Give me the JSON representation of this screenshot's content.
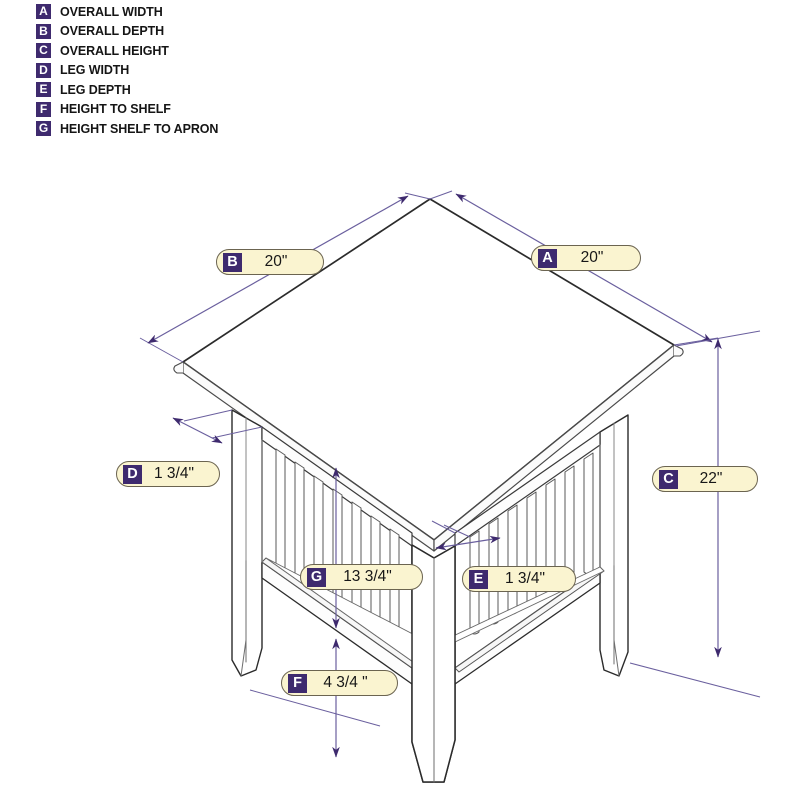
{
  "legend": {
    "items": [
      {
        "key": "A",
        "label": "OVERALL WIDTH"
      },
      {
        "key": "B",
        "label": "OVERALL DEPTH"
      },
      {
        "key": "C",
        "label": "OVERALL HEIGHT"
      },
      {
        "key": "D",
        "label": "LEG WIDTH"
      },
      {
        "key": "E",
        "label": "LEG DEPTH"
      },
      {
        "key": "F",
        "label": "HEIGHT TO SHELF"
      },
      {
        "key": "G",
        "label": "HEIGHT SHELF TO APRON"
      }
    ]
  },
  "callouts": {
    "a": {
      "key": "A",
      "value": "20\""
    },
    "b": {
      "key": "B",
      "value": "20\""
    },
    "c": {
      "key": "C",
      "value": "22\""
    },
    "d": {
      "key": "D",
      "value": "1 3/4\""
    },
    "e": {
      "key": "E",
      "value": "1 3/4\""
    },
    "f": {
      "key": "F",
      "value": "4 3/4 \""
    },
    "g": {
      "key": "G",
      "value": "13 3/4\""
    }
  },
  "colors": {
    "badge_purple": "#3e2a6e",
    "callout_fill": "#faf4d0",
    "callout_border": "#6b6450",
    "dimension_line": "#6a5f9e",
    "arrow": "#3e2a6e",
    "drawing_line": "#2b2b2b",
    "drawing_line_light": "#7a7a7a",
    "background": "#ffffff"
  },
  "drawing": {
    "subject": "mission style end table with slatted sides and lower shelf",
    "view": "isometric",
    "dimension_labels": [
      "A",
      "B",
      "C",
      "D",
      "E",
      "F",
      "G"
    ]
  }
}
